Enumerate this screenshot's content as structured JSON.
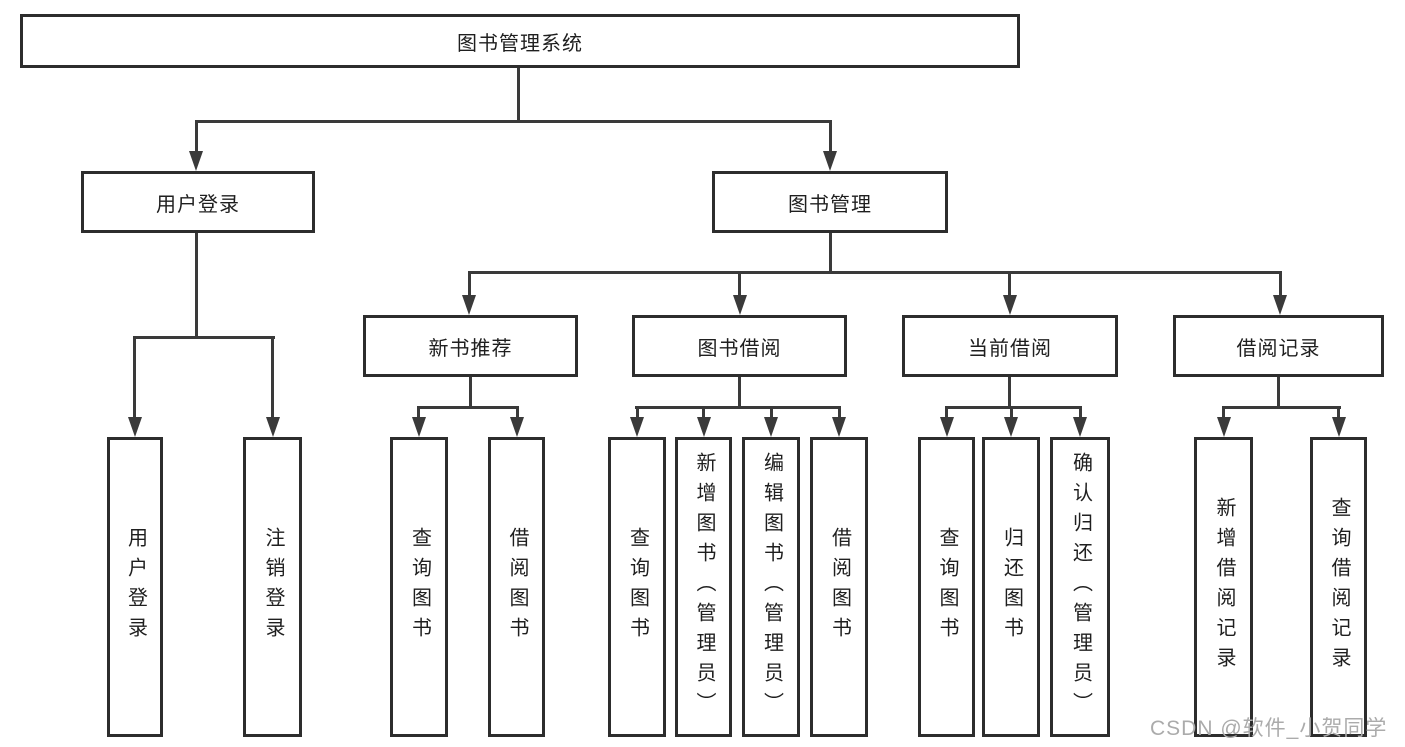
{
  "diagram": {
    "title": "图书管理系统",
    "level2": [
      {
        "label": "用户登录"
      },
      {
        "label": "图书管理"
      }
    ],
    "level3": [
      {
        "label": "新书推荐"
      },
      {
        "label": "图书借阅"
      },
      {
        "label": "当前借阅"
      },
      {
        "label": "借阅记录"
      }
    ],
    "leaves": {
      "user_login": [
        "用户登录",
        "注销登录"
      ],
      "new_book": [
        "查询图书",
        "借阅图书"
      ],
      "book_borrow": [
        "查询图书",
        "新增图书（管理员）",
        "编辑图书（管理员）",
        "借阅图书"
      ],
      "current_borrow": [
        "查询图书",
        "归还图书",
        "确认归还（管理员）"
      ],
      "borrow_records": [
        "新增借阅记录",
        "查询借阅记录"
      ]
    }
  },
  "watermark": {
    "text": "CSDN @软件_小贺同学"
  },
  "colors": {
    "line": "#3a3a3a",
    "box_border": "#2d2d2d",
    "text": "#1f1f1f",
    "watermark": "#ababab",
    "background": "#ffffff"
  }
}
